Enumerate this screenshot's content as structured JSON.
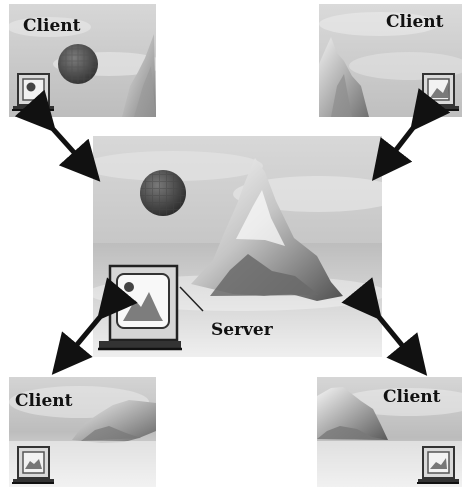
{
  "labels": {
    "client_top_left": "Client",
    "client_top_right": "Client",
    "client_bottom_left": "Client",
    "client_bottom_right": "Client",
    "server": "Server"
  },
  "colors": {
    "arrow": "#111111",
    "label": "#111111"
  }
}
